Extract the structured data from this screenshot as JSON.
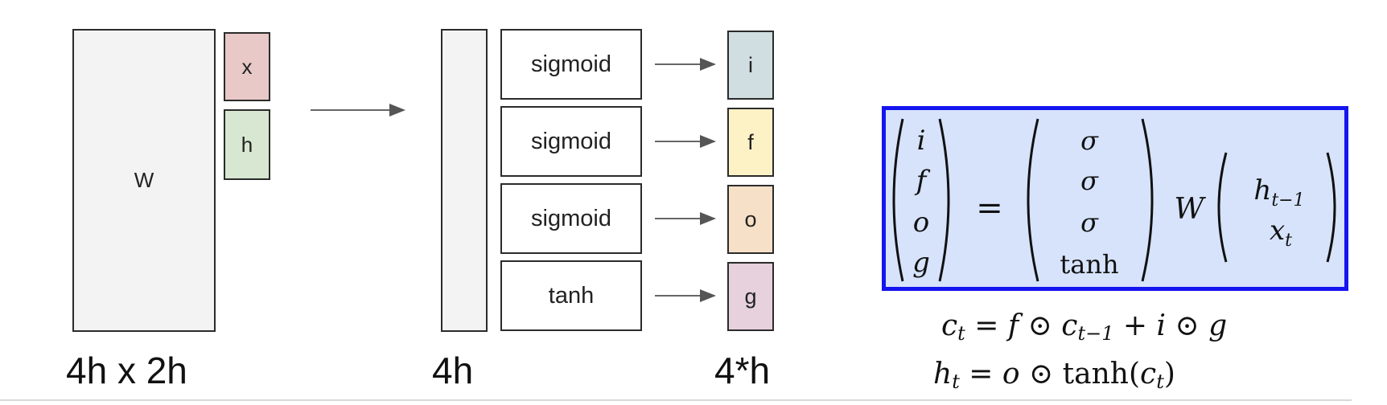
{
  "colors": {
    "x_fill": "#e8c9c8",
    "h_fill": "#d7e7d1",
    "i_fill": "#d0dde1",
    "f_fill": "#fcf2c6",
    "o_fill": "#f6e0c7",
    "g_fill": "#e6d1dd",
    "equation_box_fill": "#d6e3fb",
    "equation_box_border": "#1515f0"
  },
  "weight_block": {
    "matrix_label": "W",
    "x_label": "x",
    "h_label": "h",
    "dims_caption": "4h x 2h"
  },
  "activation_block": {
    "vector_caption": "4h",
    "functions": [
      "sigmoid",
      "sigmoid",
      "sigmoid",
      "tanh"
    ],
    "gates": [
      "i",
      "f",
      "o",
      "g"
    ],
    "output_caption": "4*h"
  },
  "equations": {
    "gate_vector": [
      "i",
      "f",
      "o",
      "g"
    ],
    "equals": "=",
    "activations": [
      "σ",
      "σ",
      "σ",
      "tanh"
    ],
    "weight": "W",
    "input_vector": [
      "h",
      "t−1",
      "x",
      "t"
    ],
    "cell_update": {
      "lhs": "c",
      "lhs_sub": "t",
      "eq": " = ",
      "f": "f",
      "odot1": " ⊙ ",
      "c": "c",
      "c_sub": "t−1",
      "plus": " + ",
      "i": "i",
      "odot2": " ⊙ ",
      "g": "g"
    },
    "hidden_update": {
      "lhs": "h",
      "lhs_sub": "t",
      "eq": " = ",
      "o": "o",
      "odot": " ⊙ ",
      "tanh": "tanh(",
      "c": "c",
      "c_sub": "t",
      "close": ")"
    }
  }
}
